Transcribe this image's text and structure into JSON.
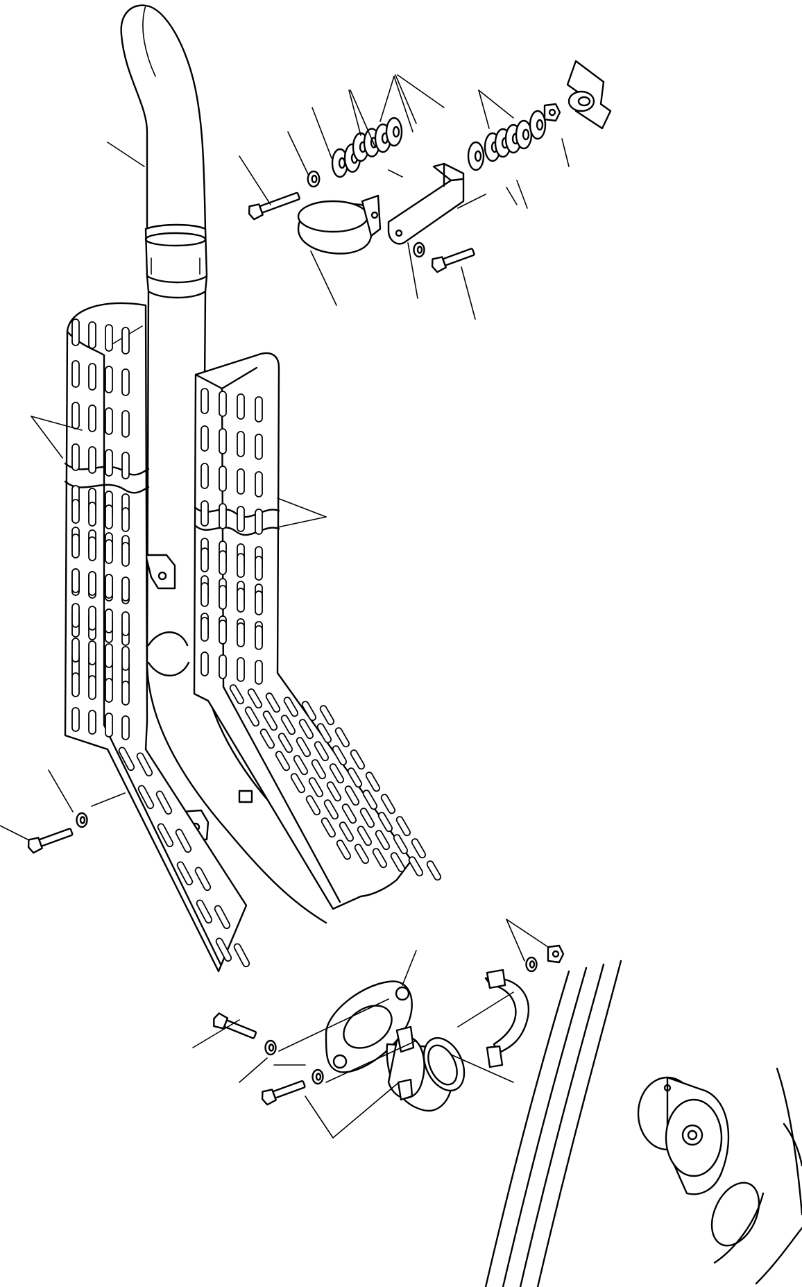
{
  "figure": {
    "parts": [
      {
        "name": "tail-pipe"
      },
      {
        "name": "pipe-coupling-sleeve"
      },
      {
        "name": "lower-exhaust-pipe"
      },
      {
        "name": "perforated-heat-shield-left"
      },
      {
        "name": "perforated-heat-shield-right"
      },
      {
        "name": "mounting-bracket"
      },
      {
        "name": "pipe-clamp-band"
      },
      {
        "name": "rubber-mount-stack"
      },
      {
        "name": "flange"
      },
      {
        "name": "split-clamp"
      },
      {
        "name": "hex-bolt"
      },
      {
        "name": "washer"
      },
      {
        "name": "hex-nut"
      },
      {
        "name": "engine-mount-boss"
      }
    ],
    "colors": {
      "line": "#000000",
      "background": "#ffffff"
    }
  }
}
